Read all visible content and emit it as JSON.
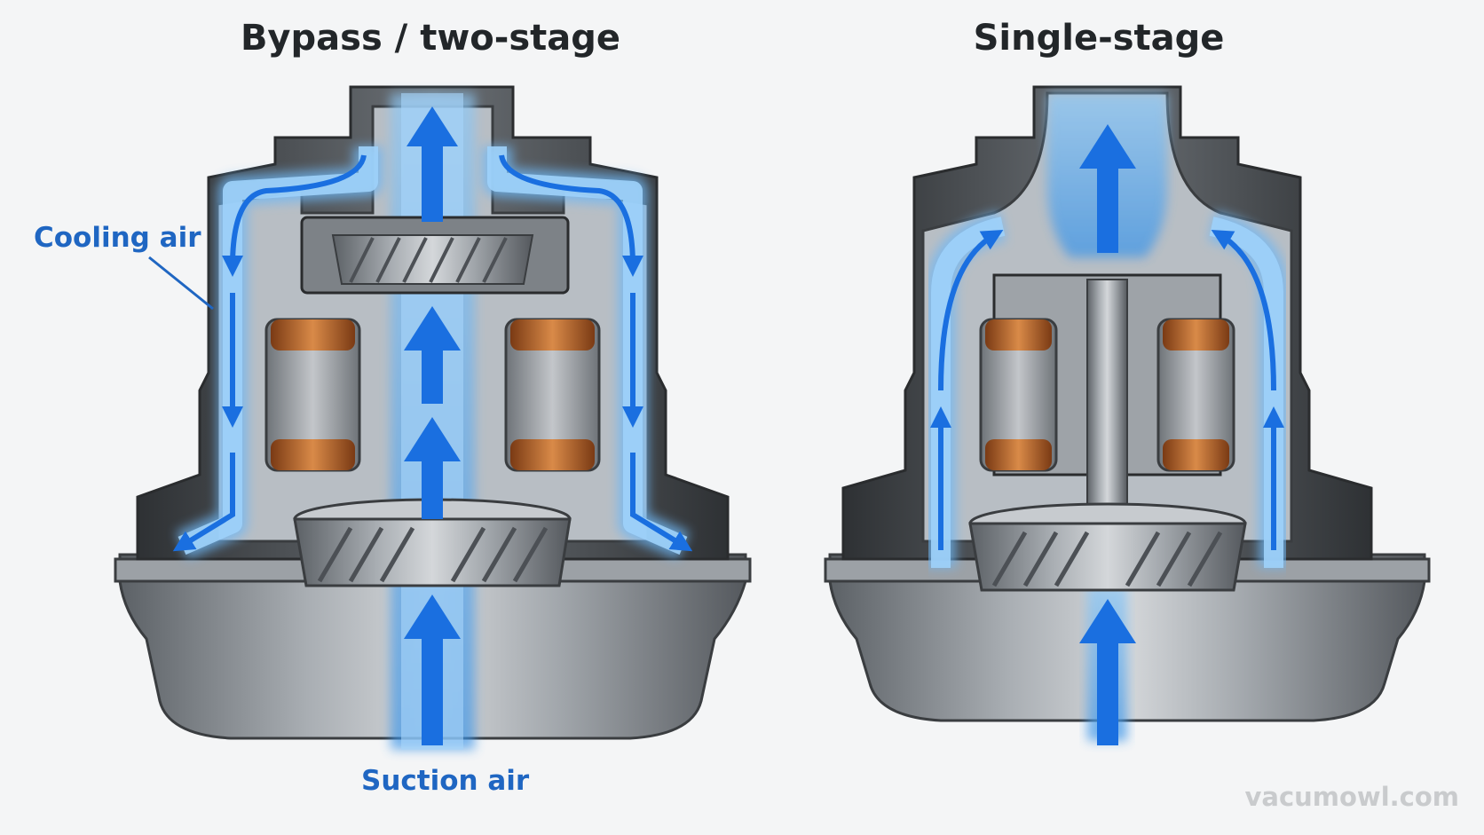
{
  "titles": {
    "left": "Bypass / two-stage",
    "right": "Single-stage"
  },
  "labels": {
    "cooling_air": "Cooling air",
    "suction_air": "Suction air"
  },
  "watermark": "vacumowl.com",
  "colors": {
    "background": "#f4f5f6",
    "housing": "#8c9196",
    "housing_dark": "#3c4044",
    "airflow": "#4aa6f0",
    "arrow": "#1a6fe0",
    "copper": "#b8652e",
    "label_blue": "#1f66c2"
  }
}
